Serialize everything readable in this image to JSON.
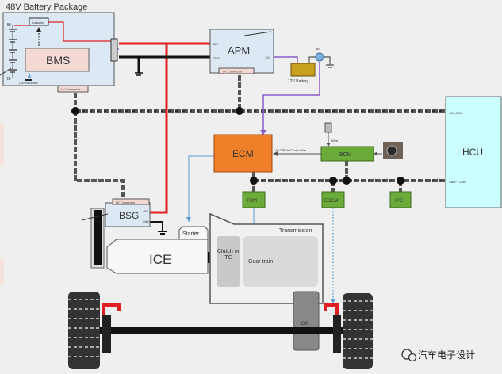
{
  "battery_package": {
    "title": "48V Battery Package",
    "bms": "BMS",
    "contactor": "Contactor",
    "current_sensor": "Current Sensor",
    "b_plus": "B+",
    "b_minus": "B-",
    "lv_connector": "LV Connector"
  },
  "apm": {
    "label": "APM",
    "v48": "48V",
    "gnd": "GND",
    "v12": "12V",
    "lv_connector": "LV Connector"
  },
  "battery12": {
    "label": "12V Battery",
    "fuse": "IBS"
  },
  "ecm": {
    "label": "ECM"
  },
  "bcm": {
    "label": "BCM",
    "wire": "Wire",
    "acc_wire": "ACC/RUN/Crank Wire"
  },
  "hcu": {
    "label": "HCU",
    "can48": "48V-CAN",
    "canpt": "CanPT-CAN"
  },
  "tcm": {
    "label": "TCM"
  },
  "ebcm": {
    "label": "EBCM"
  },
  "ipc": {
    "label": "IPC"
  },
  "bsg": {
    "label": "BSG",
    "lv_connector": "LV Connector",
    "v48": "48V",
    "gnd": "GND"
  },
  "powertrain": {
    "ice": "ICE",
    "starter": "Starter",
    "transmission": "Transmission",
    "clutch": "Clutch or TC",
    "gear_train": "Gear train",
    "diff": "Diff"
  },
  "watermark": {
    "text": "汽车电子设计"
  },
  "colors": {
    "ecm": "#f07f2a",
    "module_green": "#6aab3a",
    "hcu": "#ccffff",
    "power_red": "#e02020",
    "signal_purple": "#8a5cc8",
    "signal_blue": "#5b9bd5"
  }
}
